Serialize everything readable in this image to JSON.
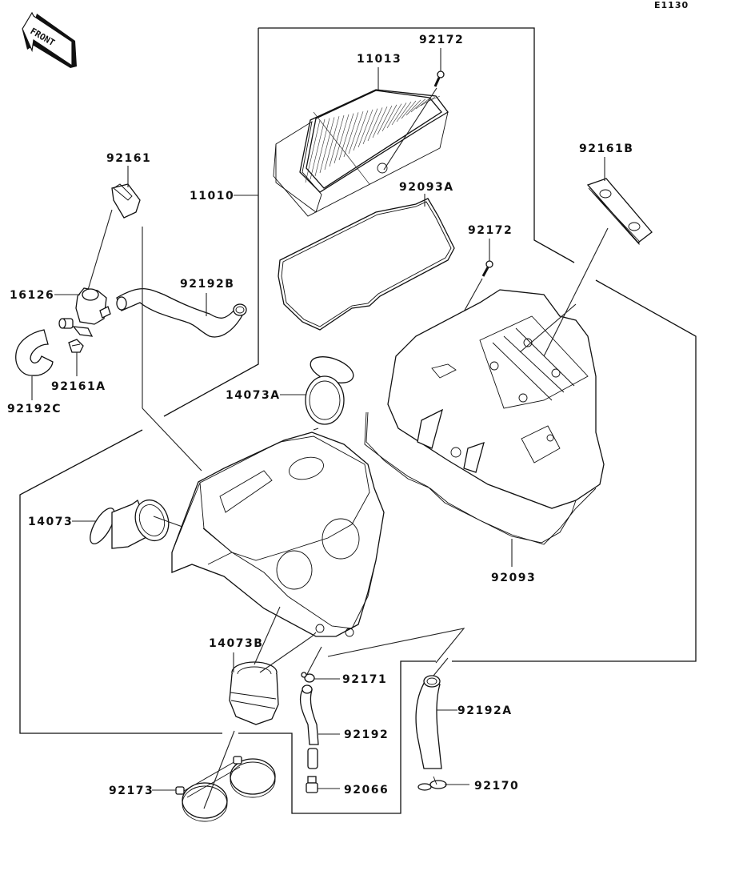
{
  "diagram": {
    "code": "E1130",
    "direction_indicator": "FRONT",
    "parts": [
      {
        "id": "11013",
        "description": "air filter element"
      },
      {
        "id": "92172",
        "description": "screw (filter)"
      },
      {
        "id": "92172",
        "description": "screw (housing)"
      },
      {
        "id": "11010",
        "description": "air cleaner housing group"
      },
      {
        "id": "92093A",
        "description": "seal (upper)"
      },
      {
        "id": "92161B",
        "description": "damper plate"
      },
      {
        "id": "92161",
        "description": "damper"
      },
      {
        "id": "16126",
        "description": "valve"
      },
      {
        "id": "92192B",
        "description": "hose"
      },
      {
        "id": "92161A",
        "description": "damper block"
      },
      {
        "id": "92192C",
        "description": "hose"
      },
      {
        "id": "14073A",
        "description": "duct"
      },
      {
        "id": "14073",
        "description": "duct"
      },
      {
        "id": "92093",
        "description": "seal (lower)"
      },
      {
        "id": "14073B",
        "description": "duct"
      },
      {
        "id": "92171",
        "description": "clamp"
      },
      {
        "id": "92192",
        "description": "hose"
      },
      {
        "id": "92066",
        "description": "plug"
      },
      {
        "id": "92192A",
        "description": "hose"
      },
      {
        "id": "92170",
        "description": "clamp"
      },
      {
        "id": "92173",
        "description": "clamp band"
      }
    ]
  },
  "labels": {
    "l11013": "11013",
    "l92172a": "92172",
    "l92172b": "92172",
    "l11010": "11010",
    "l92093A": "92093A",
    "l92161B": "92161B",
    "l92161": "92161",
    "l16126": "16126",
    "l92192B": "92192B",
    "l92161A": "92161A",
    "l92192C": "92192C",
    "l14073A": "14073A",
    "l14073": "14073",
    "l92093": "92093",
    "l14073B": "14073B",
    "l92171": "92171",
    "l92192": "92192",
    "l92066": "92066",
    "l92192A": "92192A",
    "l92170": "92170",
    "l92173": "92173"
  }
}
